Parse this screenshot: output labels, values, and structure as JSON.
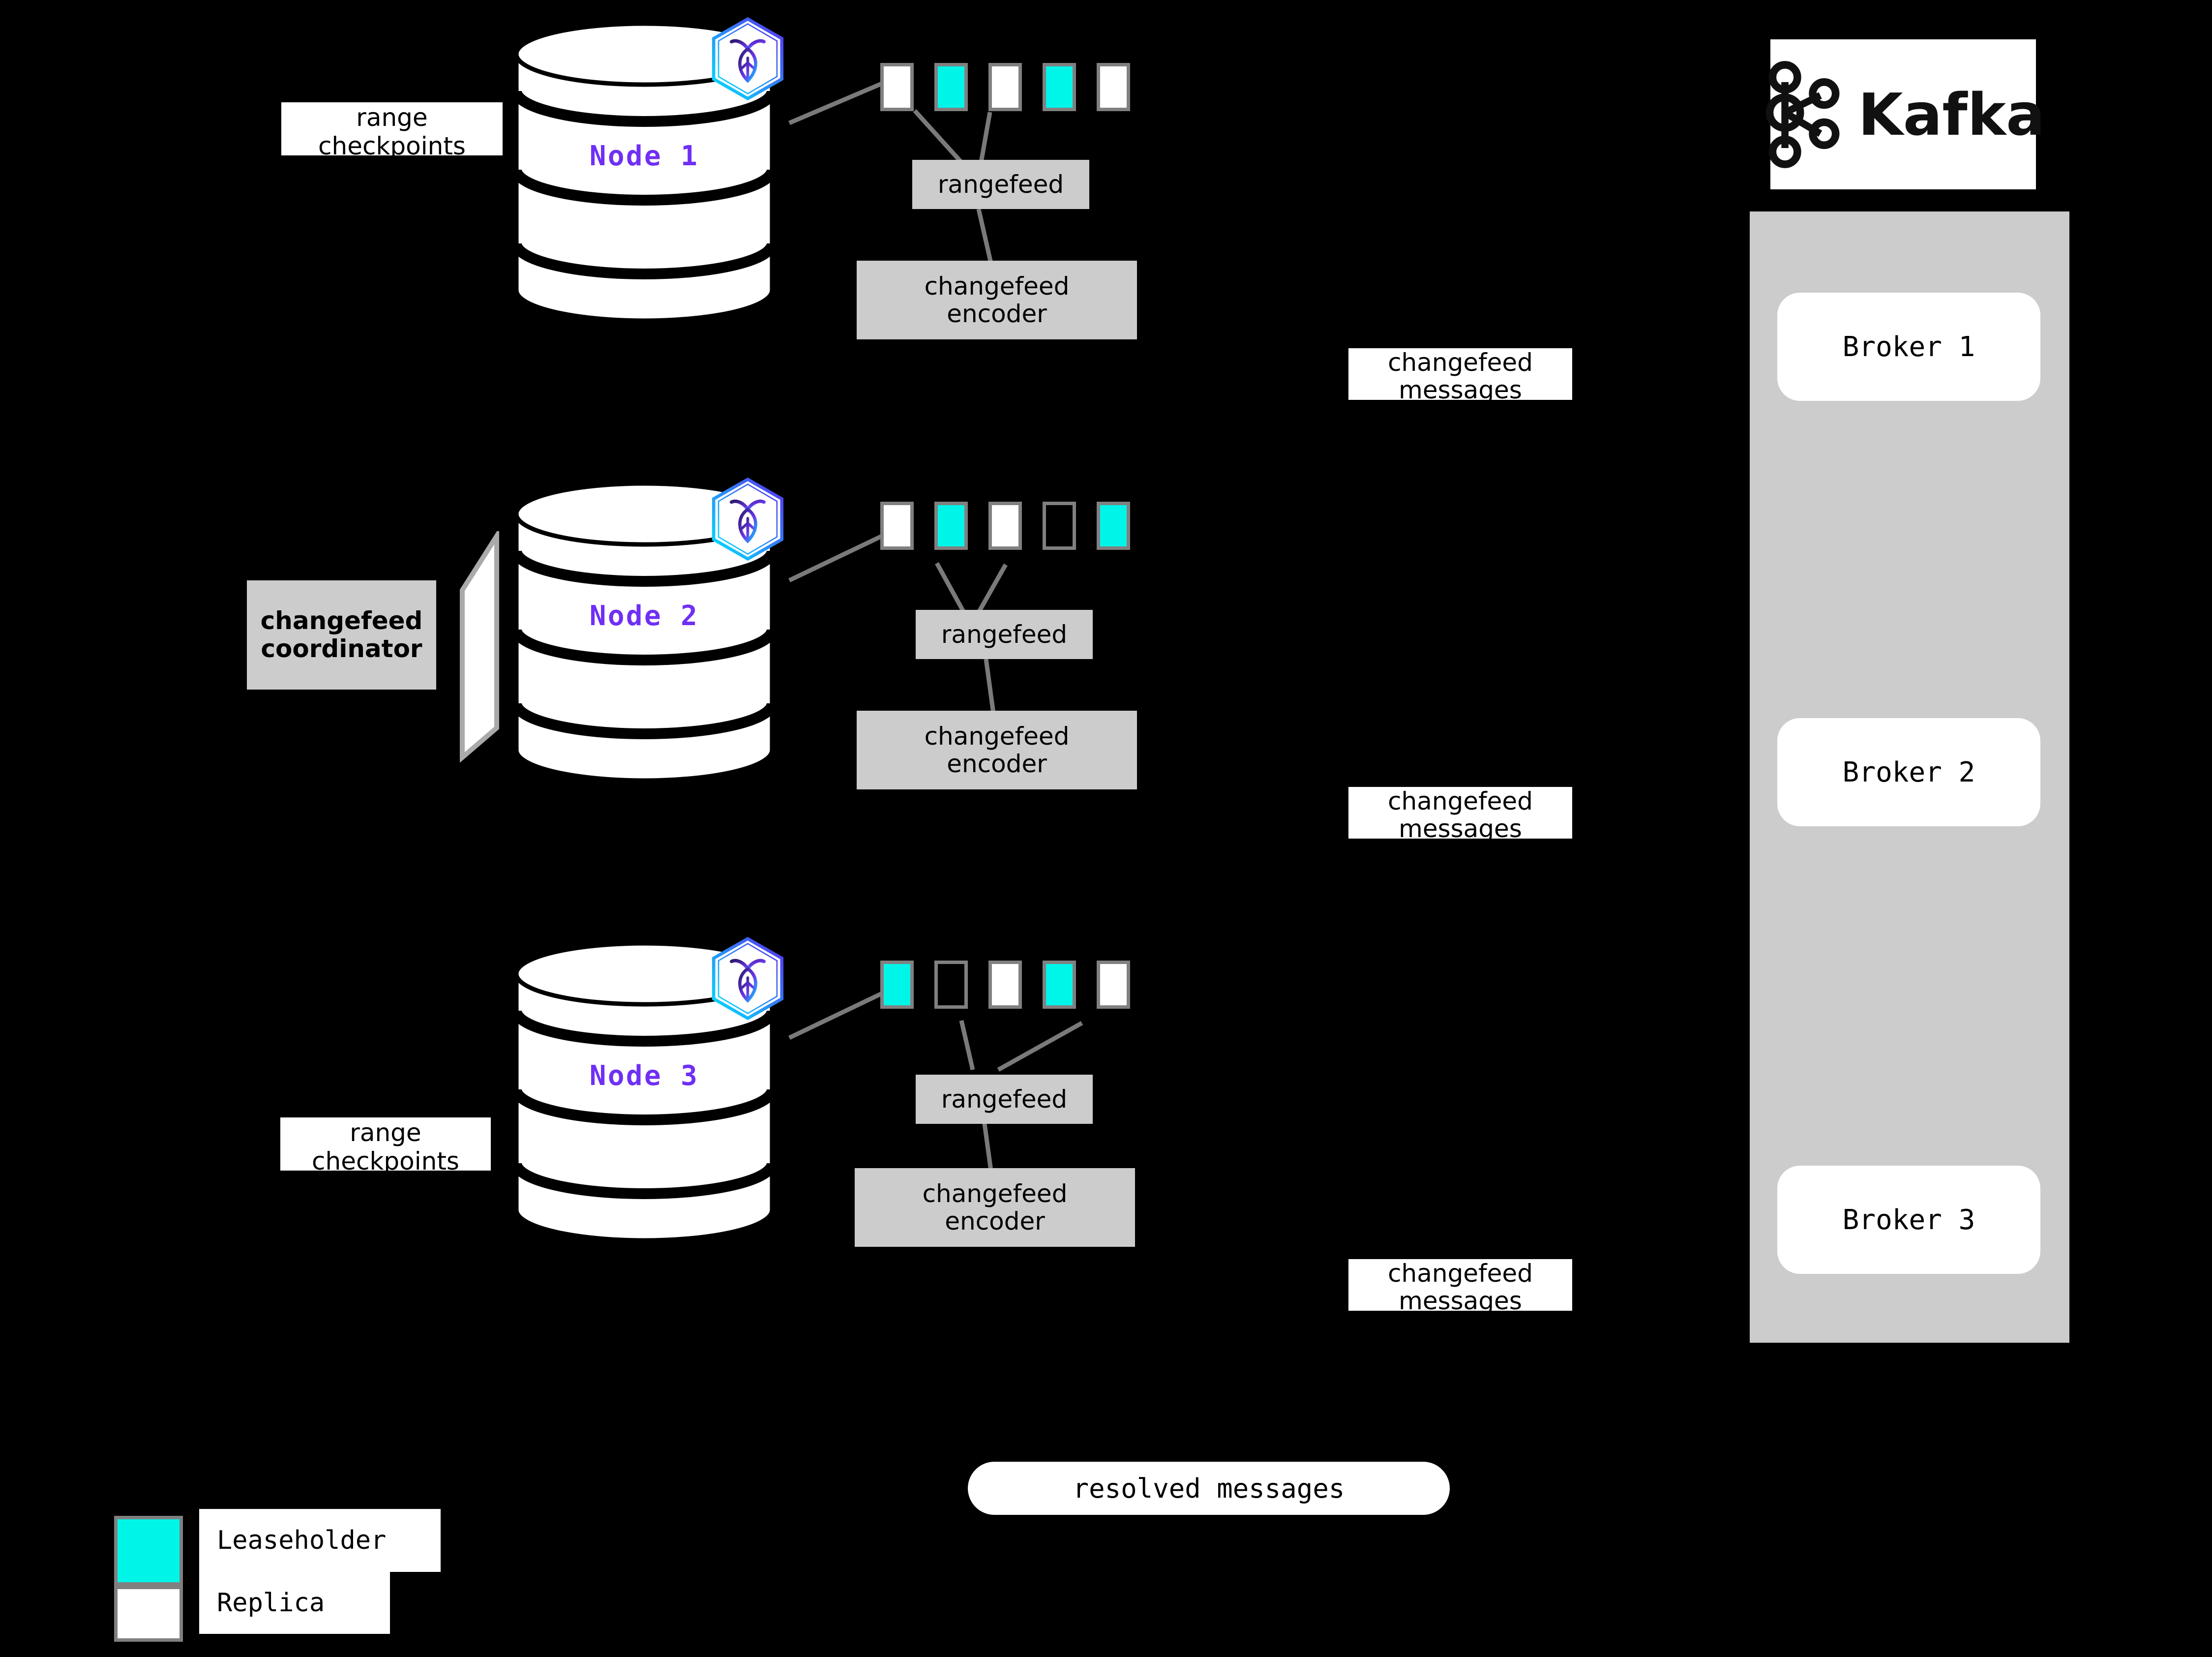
{
  "diagram": {
    "title": "CockroachDB changefeed to Kafka architecture",
    "background": "#000000",
    "colors": {
      "leaseholder": "#00f5e9",
      "replica": "#ffffff",
      "range_border": "#808080",
      "gray_box": "#cccccc",
      "node_label": "#6f2ff5",
      "connector": "#7a7a7a"
    }
  },
  "nodes": [
    {
      "label": "Node 1",
      "logo_icon": "cockroachdb-hexagon-icon",
      "rangefeed_label": "rangefeed",
      "encoder_label": "changefeed encoder",
      "encoder_line1": "changefeed",
      "encoder_line2": "encoder",
      "ranges": [
        "replica",
        "leaseholder",
        "replica",
        "leaseholder",
        "replica"
      ],
      "side_label_line1": "range",
      "side_label_line2": "checkpoints"
    },
    {
      "label": "Node 2",
      "logo_icon": "cockroachdb-hexagon-icon",
      "rangefeed_label": "rangefeed",
      "encoder_label": "changefeed encoder",
      "encoder_line1": "changefeed",
      "encoder_line2": "encoder",
      "ranges": [
        "replica",
        "leaseholder",
        "replica",
        "empty",
        "leaseholder"
      ],
      "coordinator_line1": "changefeed",
      "coordinator_line2": "coordinator"
    },
    {
      "label": "Node 3",
      "logo_icon": "cockroachdb-hexagon-icon",
      "rangefeed_label": "rangefeed",
      "encoder_label": "changefeed encoder",
      "encoder_line1": "changefeed",
      "encoder_line2": "encoder",
      "ranges": [
        "leaseholder",
        "empty",
        "replica",
        "leaseholder",
        "replica"
      ],
      "side_label_line1": "range",
      "side_label_line2": "checkpoints"
    }
  ],
  "message_labels": [
    {
      "line1": "changefeed",
      "line2": "messages"
    },
    {
      "line1": "changefeed",
      "line2": "messages"
    },
    {
      "line1": "changefeed",
      "line2": "messages"
    }
  ],
  "kafka": {
    "logo_text": "Kafka",
    "logo_icon": "kafka-graph-icon",
    "brokers": [
      "Broker 1",
      "Broker 2",
      "Broker 3"
    ]
  },
  "resolved": {
    "label": "resolved messages"
  },
  "legend": {
    "items": [
      {
        "label": "Leaseholder",
        "swatch": "leaseholder"
      },
      {
        "label": "Replica",
        "swatch": "replica"
      }
    ]
  }
}
